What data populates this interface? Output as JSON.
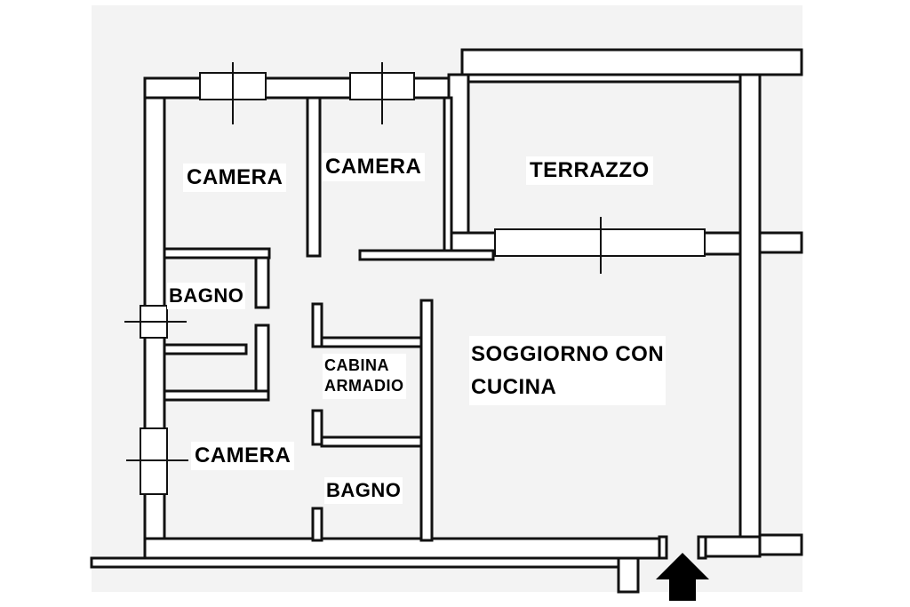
{
  "rooms": {
    "camera_top_left": "CAMERA",
    "camera_top_right": "CAMERA",
    "terrazzo": "TERRAZZO",
    "bagno_left": "BAGNO",
    "cabina_line1": "CABINA",
    "cabina_line2": "ARMADIO",
    "soggiorno_line1": "SOGGIORNO CON",
    "soggiorno_line2": "CUCINA",
    "camera_bottom": "CAMERA",
    "bagno_bottom": "BAGNO"
  },
  "colors": {
    "paper": "#f2f2f2",
    "wall": "#ffffff",
    "wall_stroke": "#111111",
    "label_bg": "#ffffff",
    "text": "#000000"
  },
  "icons": {
    "entrance": "entrance-arrow-icon"
  }
}
